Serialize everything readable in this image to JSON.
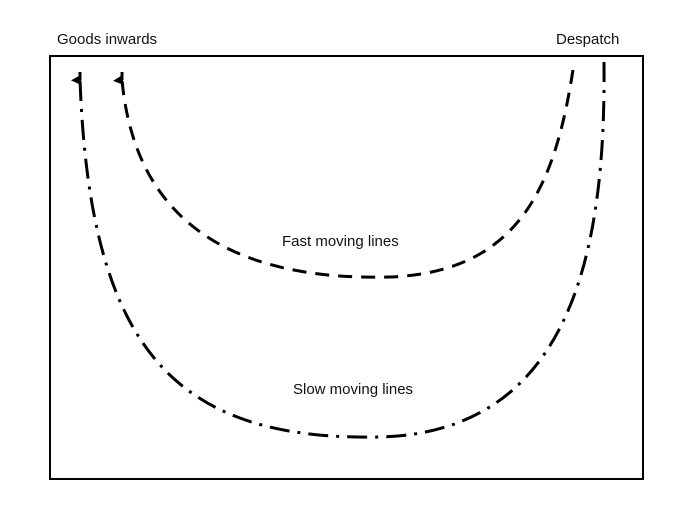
{
  "labels": {
    "start": "Goods inwards",
    "end": "Despatch",
    "fast": "Fast moving lines",
    "slow": "Slow moving lines"
  },
  "colors": {
    "stroke": "#000000",
    "text": "#111111"
  }
}
